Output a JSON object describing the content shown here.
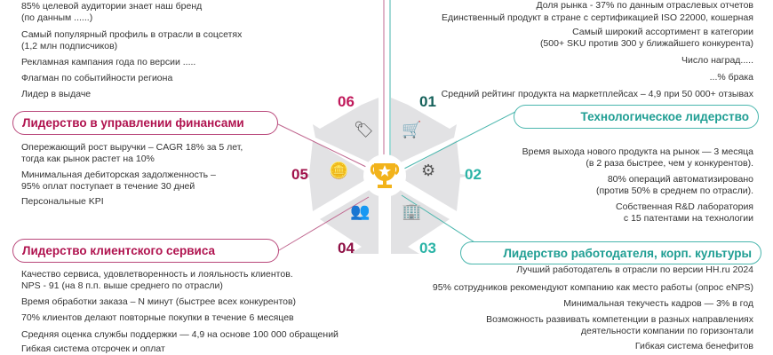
{
  "sections": {
    "s06": {
      "number": "06",
      "items": [
        "85% целевой аудитории знает наш бренд\n(по данным ......)",
        "Самый популярный профиль в отрасли в соцсетях\n(1,2 млн подписчиков)",
        "Рекламная кампания года по версии .....",
        "Флагман по событийности региона",
        "Лидер в выдаче"
      ]
    },
    "s01": {
      "number": "01",
      "items": [
        "Доля рынка - 37% по данным отраслевых отчетов",
        "Единственный продукт в стране с сертификацией ISO 22000, кошерная",
        "Самый широкий ассортимент в категории\n(500+ SKU против 300 у ближайшего конкурента)",
        "Число наград.....",
        "...% брака",
        "Средний рейтинг продукта на маркетплейсах –  4,9 при 50 000+ отзывах"
      ]
    },
    "s05": {
      "number": "05",
      "title": "Лидерство в управлении финансами",
      "items": [
        "Опережающий рост выручки – CAGR 18% за 5 лет,\nтогда как рынок растет на 10%",
        "Минимальная дебиторская задолженность –\n95% оплат поступает в течение 30 дней",
        "Персональные KPI"
      ]
    },
    "s02": {
      "number": "02",
      "title": "Технологическое лидерство",
      "items": [
        "Время выхода нового продукта на рынок — 3 месяца\n(в 2 раза быстрее, чем у конкурентов).",
        "80% операций автоматизировано\n(против 50% в среднем по отрасли).",
        "Собственная R&D лаборатория\nс 15 патентами на технологии"
      ]
    },
    "s04": {
      "number": "04",
      "title": "Лидерство клиентского сервиса",
      "items": [
        "Качество сервиса, удовлетворенность и лояльность клиентов.\nNPS - 91 (на 8 п.п. выше среднего по отрасли)",
        "Время обработки заказа – N минут (быстрее всех конкурентов)",
        "70% клиентов делают повторные покупки в течение 6 месяцев",
        "Средняя оценка службы поддержки — 4,9 на основе 100 000 обращений",
        "Гибкая система отсрочек и оплат"
      ]
    },
    "s03": {
      "number": "03",
      "title": "Лидерство работодателя, корп. культуры",
      "items": [
        "Лучший работодатель в отрасли по версии HH.ru 2024",
        "95% сотрудников рекомендуют компанию как место работы (опрос eNPS)",
        "Минимальная текучесть кадров — 3% в год",
        "Возможность развивать компетенции в разных направлениях\nдеятельности компании по горизонтали",
        "Гибкая система бенефитов"
      ]
    }
  },
  "colors": {
    "pink": "#b0134f",
    "dark_pink": "#9a0f47",
    "teal": "#2ab3a6",
    "dark_teal": "#15615a",
    "gold": "#f2b31b",
    "gray": "#e1e1e3"
  }
}
